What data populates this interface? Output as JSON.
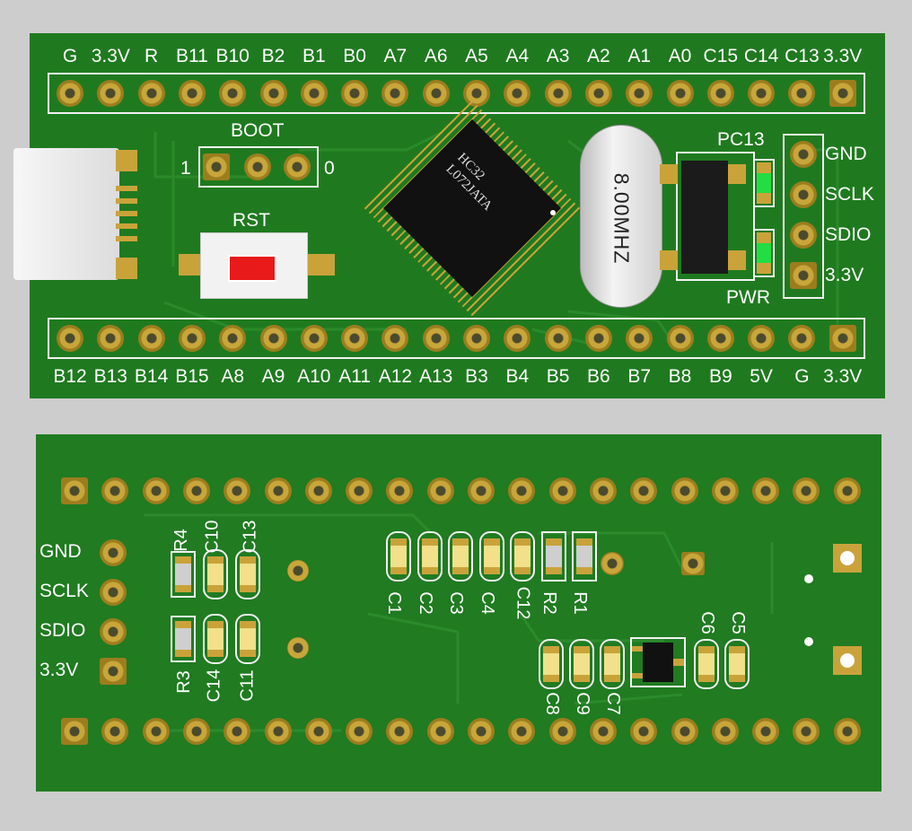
{
  "top": {
    "top_header_labels": [
      "G",
      "3.3V",
      "R",
      "B11",
      "B10",
      "B2",
      "B1",
      "B0",
      "A7",
      "A6",
      "A5",
      "A4",
      "A3",
      "A2",
      "A1",
      "A0",
      "C15",
      "C14",
      "C13",
      "3.3V"
    ],
    "bottom_header_labels": [
      "B12",
      "B13",
      "B14",
      "B15",
      "A8",
      "A9",
      "A10",
      "A11",
      "A12",
      "A13",
      "B3",
      "B4",
      "B5",
      "B6",
      "B7",
      "B8",
      "B9",
      "5V",
      "G",
      "3.3V"
    ],
    "boot_label": "BOOT",
    "boot_one": "1",
    "boot_zero": "0",
    "rst_label": "RST",
    "mcu_line1": "HC32",
    "mcu_line2": "L072JATA",
    "crystal_label": "8.00MHZ",
    "pc13_label": "PC13",
    "pwr_label": "PWR",
    "swd_labels": [
      "GND",
      "SCLK",
      "SDIO",
      "3.3V"
    ]
  },
  "bottom": {
    "swd_labels": [
      "GND",
      "SCLK",
      "SDIO",
      "3.3V"
    ],
    "designators": {
      "r4": "R4",
      "c10": "C10",
      "c13": "C13",
      "r3": "R3",
      "c14": "C14",
      "c11": "C11",
      "c1": "C1",
      "c2": "C2",
      "c3": "C3",
      "c4": "C4",
      "c12": "C12",
      "r2": "R2",
      "r1": "R1",
      "c8": "C8",
      "c9": "C9",
      "c7": "C7",
      "c6": "C6",
      "c5": "C5"
    }
  },
  "colors": {
    "pcb": "#1f7a1f",
    "silkscreen": "#ffffff",
    "gold": "#c9a33a",
    "led": "#22dd44",
    "button": "#e81a1a"
  }
}
